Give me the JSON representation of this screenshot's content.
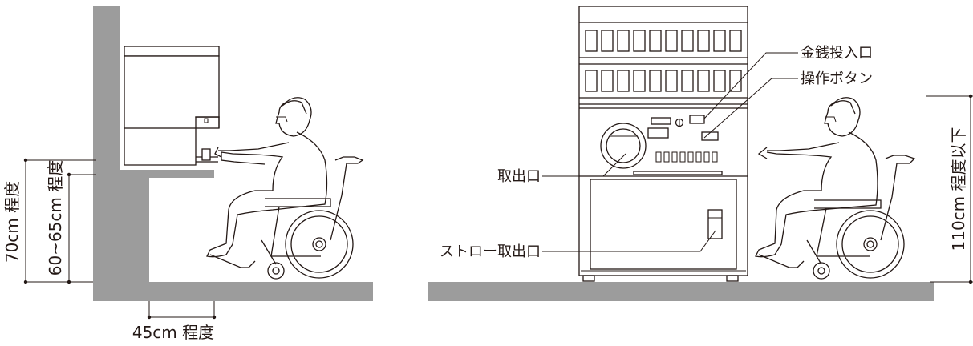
{
  "left_diagram": {
    "dim_70": "70cm 程度",
    "dim_60_65": "60~65cm 程度",
    "dim_45": "45cm 程度"
  },
  "right_diagram": {
    "coin_slot": "金銭投入口",
    "buttons": "操作ボタン",
    "cup_outlet": "取出口",
    "straw_outlet": "ストロー取出口",
    "dim_110": "110cm 程度以下"
  },
  "colors": {
    "line": "#231815",
    "wall_gray": "#9c9c9c",
    "floor_gray": "#9c9c9c"
  }
}
